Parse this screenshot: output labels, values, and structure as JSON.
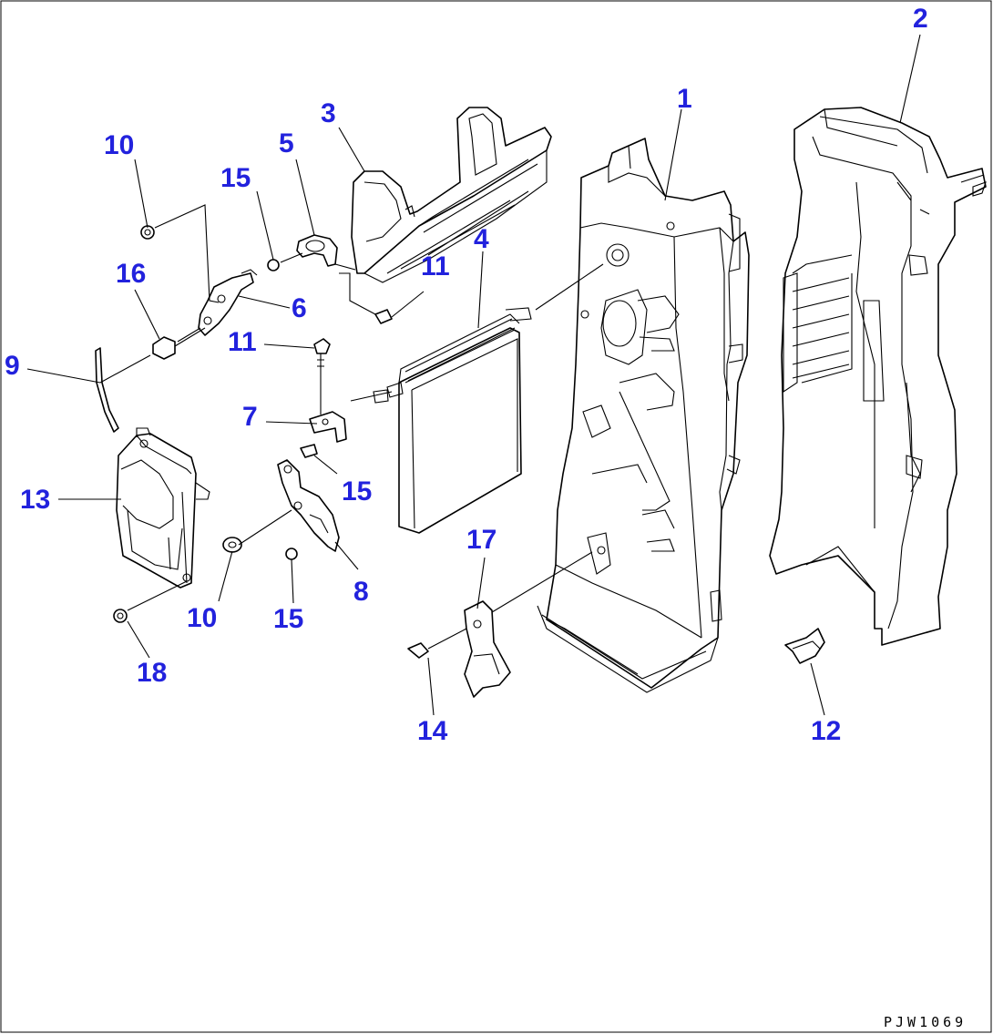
{
  "drawing_code": "PJW1069",
  "callouts": {
    "c1": "1",
    "c2": "2",
    "c3": "3",
    "c4": "4",
    "c5": "5",
    "c6": "6",
    "c7": "7",
    "c8": "8",
    "c9": "9",
    "c10a": "10",
    "c10b": "10",
    "c11a": "11",
    "c11b": "11",
    "c12": "12",
    "c13": "13",
    "c14": "14",
    "c15a": "15",
    "c15b": "15",
    "c15c": "15",
    "c16": "16",
    "c17": "17",
    "c18": "18"
  },
  "colors": {
    "callout": "#2222dd",
    "line": "#000000",
    "background": "#ffffff"
  }
}
